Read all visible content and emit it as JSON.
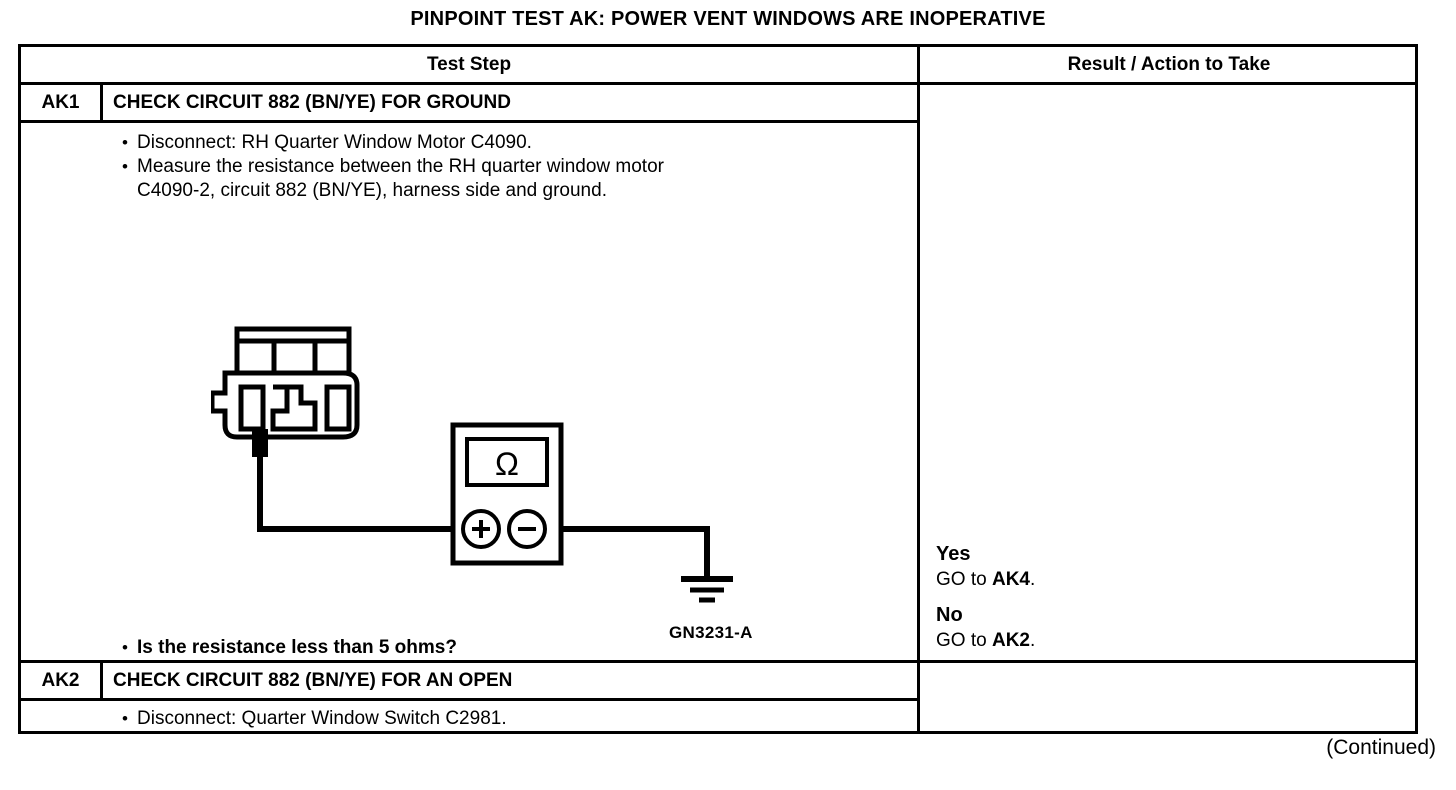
{
  "document": {
    "title": "PINPOINT TEST AK: POWER VENT WINDOWS ARE INOPERATIVE",
    "footer_note": "(Continued)"
  },
  "table": {
    "headers": {
      "test_step": "Test Step",
      "result_action": "Result / Action to Take"
    },
    "steps": [
      {
        "label": "AK1",
        "title": "CHECK CIRCUIT 882 (BN/YE) FOR GROUND",
        "bullets": [
          "Disconnect: RH Quarter Window Motor C4090.",
          "Measure the resistance between the RH quarter window motor\nC4090-2, circuit 882 (BN/YE), harness side and ground.",
          "Is the resistance less than 5 ohms?"
        ],
        "question_bullet_index": 2,
        "results": [
          {
            "answer": "Yes",
            "action_prefix": "GO to ",
            "action_target": "AK4",
            "action_suffix": "."
          },
          {
            "answer": "No",
            "action_prefix": "GO to ",
            "action_target": "AK2",
            "action_suffix": "."
          }
        ]
      },
      {
        "label": "AK2",
        "title": "CHECK CIRCUIT 882 (BN/YE) FOR AN OPEN",
        "bullets": [
          "Disconnect: Quarter Window Switch C2981."
        ],
        "results": []
      }
    ]
  },
  "diagram": {
    "figure_id": "GN3231-A",
    "meter_display": "Ω",
    "meter_terminal_positive": "+",
    "meter_terminal_negative": "−",
    "bullet_glyph": "•"
  },
  "colors": {
    "ink": "#000000",
    "paper": "#ffffff"
  }
}
